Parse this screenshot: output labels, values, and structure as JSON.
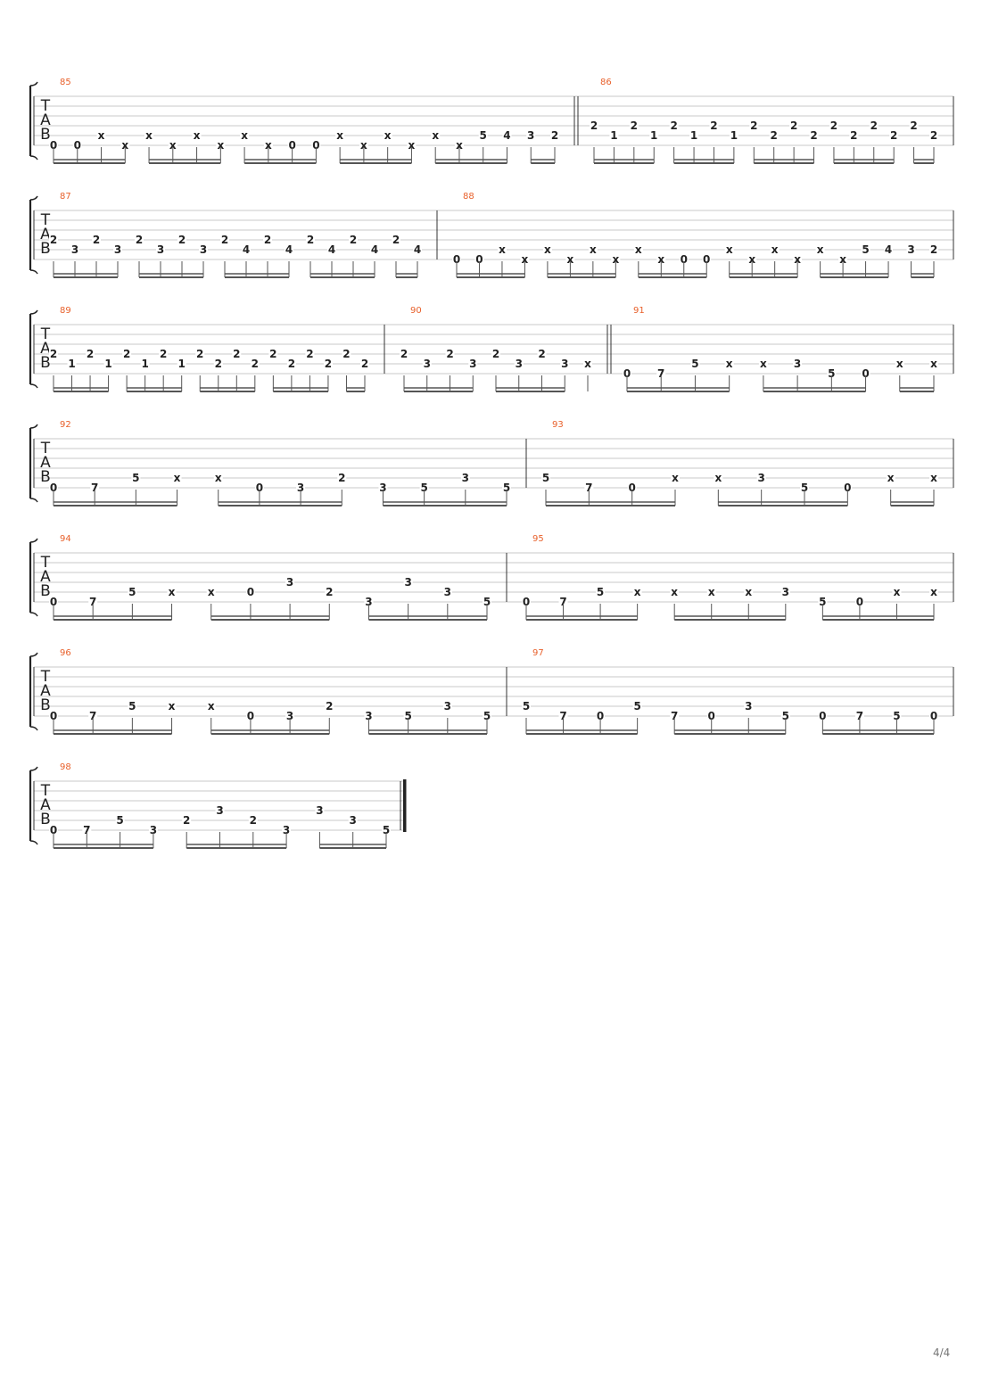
{
  "page_number": "4/4",
  "staff_label": [
    "T",
    "A",
    "B"
  ],
  "colors": {
    "measure_number": "#e8612c",
    "ink": "#222222",
    "staff_line": "#c8c8c8"
  },
  "systems": [
    {
      "measures": [
        {
          "number": "85",
          "notes": [
            {
              "s": 6,
              "f": "0"
            },
            {
              "s": 6,
              "f": "0"
            },
            {
              "s": 5,
              "f": "x"
            },
            {
              "s": 6,
              "f": "x"
            },
            {
              "s": 5,
              "f": "x"
            },
            {
              "s": 6,
              "f": "x"
            },
            {
              "s": 5,
              "f": "x"
            },
            {
              "s": 6,
              "f": "x"
            },
            {
              "s": 5,
              "f": "x"
            },
            {
              "s": 6,
              "f": "x"
            },
            {
              "s": 6,
              "f": "0"
            },
            {
              "s": 6,
              "f": "0"
            },
            {
              "s": 5,
              "f": "x"
            },
            {
              "s": 6,
              "f": "x"
            },
            {
              "s": 5,
              "f": "x"
            },
            {
              "s": 6,
              "f": "x"
            },
            {
              "s": 5,
              "f": "x"
            },
            {
              "s": 6,
              "f": "x"
            },
            {
              "s": 5,
              "f": "5"
            },
            {
              "s": 5,
              "f": "4"
            },
            {
              "s": 5,
              "f": "3"
            },
            {
              "s": 5,
              "f": "2"
            }
          ]
        },
        {
          "number": "86",
          "notes": [
            {
              "s": 4,
              "f": "2"
            },
            {
              "s": 5,
              "f": "1"
            },
            {
              "s": 4,
              "f": "2"
            },
            {
              "s": 5,
              "f": "1"
            },
            {
              "s": 4,
              "f": "2"
            },
            {
              "s": 5,
              "f": "1"
            },
            {
              "s": 4,
              "f": "2"
            },
            {
              "s": 5,
              "f": "1"
            },
            {
              "s": 4,
              "f": "2"
            },
            {
              "s": 5,
              "f": "2"
            },
            {
              "s": 4,
              "f": "2"
            },
            {
              "s": 5,
              "f": "2"
            },
            {
              "s": 4,
              "f": "2"
            },
            {
              "s": 5,
              "f": "2"
            },
            {
              "s": 4,
              "f": "2"
            },
            {
              "s": 5,
              "f": "2"
            },
            {
              "s": 4,
              "f": "2"
            },
            {
              "s": 5,
              "f": "2"
            }
          ]
        }
      ]
    },
    {
      "measures": [
        {
          "number": "87",
          "notes": [
            {
              "s": 4,
              "f": "2"
            },
            {
              "s": 5,
              "f": "3"
            },
            {
              "s": 4,
              "f": "2"
            },
            {
              "s": 5,
              "f": "3"
            },
            {
              "s": 4,
              "f": "2"
            },
            {
              "s": 5,
              "f": "3"
            },
            {
              "s": 4,
              "f": "2"
            },
            {
              "s": 5,
              "f": "3"
            },
            {
              "s": 4,
              "f": "2"
            },
            {
              "s": 5,
              "f": "4"
            },
            {
              "s": 4,
              "f": "2"
            },
            {
              "s": 5,
              "f": "4"
            },
            {
              "s": 4,
              "f": "2"
            },
            {
              "s": 5,
              "f": "4"
            },
            {
              "s": 4,
              "f": "2"
            },
            {
              "s": 5,
              "f": "4"
            },
            {
              "s": 4,
              "f": "2"
            },
            {
              "s": 5,
              "f": "4"
            }
          ]
        },
        {
          "number": "88",
          "notes": [
            {
              "s": 6,
              "f": "0"
            },
            {
              "s": 6,
              "f": "0"
            },
            {
              "s": 5,
              "f": "x"
            },
            {
              "s": 6,
              "f": "x"
            },
            {
              "s": 5,
              "f": "x"
            },
            {
              "s": 6,
              "f": "x"
            },
            {
              "s": 5,
              "f": "x"
            },
            {
              "s": 6,
              "f": "x"
            },
            {
              "s": 5,
              "f": "x"
            },
            {
              "s": 6,
              "f": "x"
            },
            {
              "s": 6,
              "f": "0"
            },
            {
              "s": 6,
              "f": "0"
            },
            {
              "s": 5,
              "f": "x"
            },
            {
              "s": 6,
              "f": "x"
            },
            {
              "s": 5,
              "f": "x"
            },
            {
              "s": 6,
              "f": "x"
            },
            {
              "s": 5,
              "f": "x"
            },
            {
              "s": 6,
              "f": "x"
            },
            {
              "s": 5,
              "f": "5"
            },
            {
              "s": 5,
              "f": "4"
            },
            {
              "s": 5,
              "f": "3"
            },
            {
              "s": 5,
              "f": "2"
            }
          ]
        }
      ]
    },
    {
      "measures": [
        {
          "number": "89",
          "notes": [
            {
              "s": 4,
              "f": "2"
            },
            {
              "s": 5,
              "f": "1"
            },
            {
              "s": 4,
              "f": "2"
            },
            {
              "s": 5,
              "f": "1"
            },
            {
              "s": 4,
              "f": "2"
            },
            {
              "s": 5,
              "f": "1"
            },
            {
              "s": 4,
              "f": "2"
            },
            {
              "s": 5,
              "f": "1"
            },
            {
              "s": 4,
              "f": "2"
            },
            {
              "s": 5,
              "f": "2"
            },
            {
              "s": 4,
              "f": "2"
            },
            {
              "s": 5,
              "f": "2"
            },
            {
              "s": 4,
              "f": "2"
            },
            {
              "s": 5,
              "f": "2"
            },
            {
              "s": 4,
              "f": "2"
            },
            {
              "s": 5,
              "f": "2"
            },
            {
              "s": 4,
              "f": "2"
            },
            {
              "s": 5,
              "f": "2"
            }
          ]
        },
        {
          "number": "90",
          "notes": [
            {
              "s": 4,
              "f": "2"
            },
            {
              "s": 5,
              "f": "3"
            },
            {
              "s": 4,
              "f": "2"
            },
            {
              "s": 5,
              "f": "3"
            },
            {
              "s": 4,
              "f": "2"
            },
            {
              "s": 5,
              "f": "3"
            },
            {
              "s": 4,
              "f": "2"
            },
            {
              "s": 5,
              "f": "3"
            },
            {
              "s": 5,
              "f": "x"
            }
          ]
        },
        {
          "number": "91",
          "notes": [
            {
              "s": 6,
              "f": "0"
            },
            {
              "s": 6,
              "f": "7"
            },
            {
              "s": 5,
              "f": "5"
            },
            {
              "s": 5,
              "f": "x"
            },
            {
              "s": 5,
              "f": "x"
            },
            {
              "s": 5,
              "f": "3"
            },
            {
              "s": 6,
              "f": "5"
            },
            {
              "s": 6,
              "f": "0"
            },
            {
              "s": 5,
              "f": "x"
            },
            {
              "s": 5,
              "f": "x"
            }
          ]
        }
      ]
    },
    {
      "measures": [
        {
          "number": "92",
          "notes": [
            {
              "s": 6,
              "f": "0"
            },
            {
              "s": 6,
              "f": "7"
            },
            {
              "s": 5,
              "f": "5"
            },
            {
              "s": 5,
              "f": "x"
            },
            {
              "s": 5,
              "f": "x"
            },
            {
              "s": 6,
              "f": "0"
            },
            {
              "s": 6,
              "f": "3"
            },
            {
              "s": 5,
              "f": "2"
            },
            {
              "s": 6,
              "f": "3"
            },
            {
              "s": 6,
              "f": "5"
            },
            {
              "s": 5,
              "f": "3"
            },
            {
              "s": 6,
              "f": "5"
            }
          ]
        },
        {
          "number": "93",
          "notes": [
            {
              "s": 5,
              "f": "5"
            },
            {
              "s": 6,
              "f": "7"
            },
            {
              "s": 6,
              "f": "0"
            },
            {
              "s": 5,
              "f": "x"
            },
            {
              "s": 5,
              "f": "x"
            },
            {
              "s": 5,
              "f": "3"
            },
            {
              "s": 6,
              "f": "5"
            },
            {
              "s": 6,
              "f": "0"
            },
            {
              "s": 5,
              "f": "x"
            },
            {
              "s": 5,
              "f": "x"
            }
          ]
        }
      ]
    },
    {
      "measures": [
        {
          "number": "94",
          "notes": [
            {
              "s": 6,
              "f": "0"
            },
            {
              "s": 6,
              "f": "7"
            },
            {
              "s": 5,
              "f": "5"
            },
            {
              "s": 5,
              "f": "x"
            },
            {
              "s": 5,
              "f": "x"
            },
            {
              "s": 5,
              "f": "0"
            },
            {
              "s": 4,
              "f": "3"
            },
            {
              "s": 5,
              "f": "2"
            },
            {
              "s": 6,
              "f": "3"
            },
            {
              "s": 4,
              "f": "3"
            },
            {
              "s": 5,
              "f": "3"
            },
            {
              "s": 6,
              "f": "5"
            }
          ]
        },
        {
          "number": "95",
          "notes": [
            {
              "s": 6,
              "f": "0"
            },
            {
              "s": 6,
              "f": "7"
            },
            {
              "s": 5,
              "f": "5"
            },
            {
              "s": 5,
              "f": "x"
            },
            {
              "s": 5,
              "f": "x"
            },
            {
              "s": 5,
              "f": "x"
            },
            {
              "s": 5,
              "f": "x"
            },
            {
              "s": 5,
              "f": "3"
            },
            {
              "s": 6,
              "f": "5"
            },
            {
              "s": 6,
              "f": "0"
            },
            {
              "s": 5,
              "f": "x"
            },
            {
              "s": 5,
              "f": "x"
            }
          ]
        }
      ]
    },
    {
      "measures": [
        {
          "number": "96",
          "notes": [
            {
              "s": 6,
              "f": "0"
            },
            {
              "s": 6,
              "f": "7"
            },
            {
              "s": 5,
              "f": "5"
            },
            {
              "s": 5,
              "f": "x"
            },
            {
              "s": 5,
              "f": "x"
            },
            {
              "s": 6,
              "f": "0"
            },
            {
              "s": 6,
              "f": "3"
            },
            {
              "s": 5,
              "f": "2"
            },
            {
              "s": 6,
              "f": "3"
            },
            {
              "s": 6,
              "f": "5"
            },
            {
              "s": 5,
              "f": "3"
            },
            {
              "s": 6,
              "f": "5"
            }
          ]
        },
        {
          "number": "97",
          "notes": [
            {
              "s": 5,
              "f": "5"
            },
            {
              "s": 6,
              "f": "7"
            },
            {
              "s": 6,
              "f": "0"
            },
            {
              "s": 5,
              "f": "5"
            },
            {
              "s": 6,
              "f": "7"
            },
            {
              "s": 6,
              "f": "0"
            },
            {
              "s": 5,
              "f": "3"
            },
            {
              "s": 6,
              "f": "5"
            },
            {
              "s": 6,
              "f": "0"
            },
            {
              "s": 6,
              "f": "7"
            },
            {
              "s": 6,
              "f": "5"
            },
            {
              "s": 6,
              "f": "0"
            }
          ]
        }
      ]
    },
    {
      "measures": [
        {
          "number": "98",
          "notes": [
            {
              "s": 6,
              "f": "0"
            },
            {
              "s": 6,
              "f": "7"
            },
            {
              "s": 5,
              "f": "5"
            },
            {
              "s": 6,
              "f": "3"
            },
            {
              "s": 5,
              "f": "2"
            },
            {
              "s": 4,
              "f": "3"
            },
            {
              "s": 5,
              "f": "2"
            },
            {
              "s": 6,
              "f": "3"
            },
            {
              "s": 4,
              "f": "3"
            },
            {
              "s": 5,
              "f": "3"
            },
            {
              "s": 6,
              "f": "5"
            }
          ]
        }
      ]
    }
  ]
}
